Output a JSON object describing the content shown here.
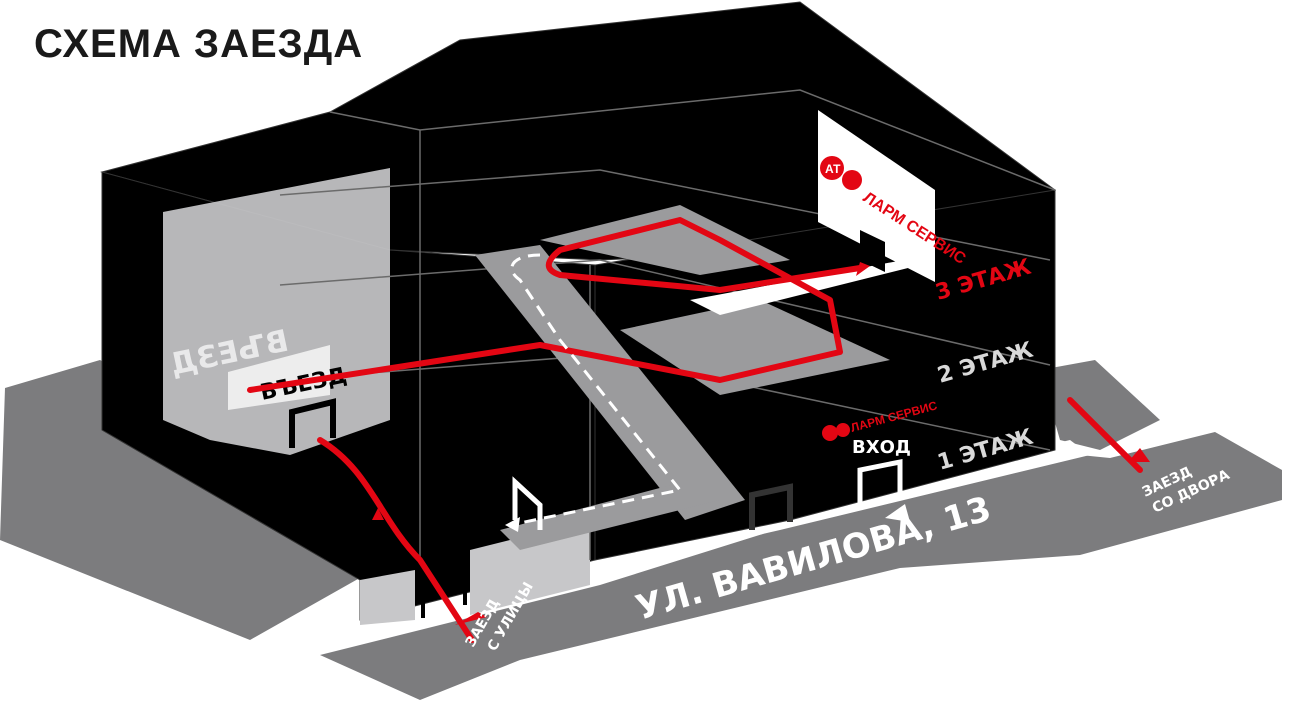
{
  "title": "СХЕМА ЗАЕЗДА",
  "street": "УЛ. ВАВИЛОВА, 13",
  "entrance_label": "ВЪЕЗД",
  "entrance_label_mirrored": "ВЪЕЗД",
  "door_label": "ВХОД",
  "brand": {
    "logo_letters": "АТ",
    "name_top": "ЛАРМ СЕРВИС",
    "name_floor1": "ЛАРМ СЕРВИС"
  },
  "floors": {
    "first": "1 ЭТАЖ",
    "second": "2 ЭТАЖ",
    "third": "3 ЭТАЖ"
  },
  "access": {
    "street_line1": "ЗАЕЗД",
    "street_line2": "С УЛИЦЫ",
    "yard_line1": "ЗАЕЗД",
    "yard_line2": "СО ДВОРА"
  },
  "colors": {
    "building": "#000000",
    "road": "#7c7c7e",
    "route": "#e30613",
    "ramp": "#9b9b9d",
    "glass": "#c7c7c9",
    "floor3_label": "#e30613",
    "floor_label": "#d9d9d9"
  }
}
